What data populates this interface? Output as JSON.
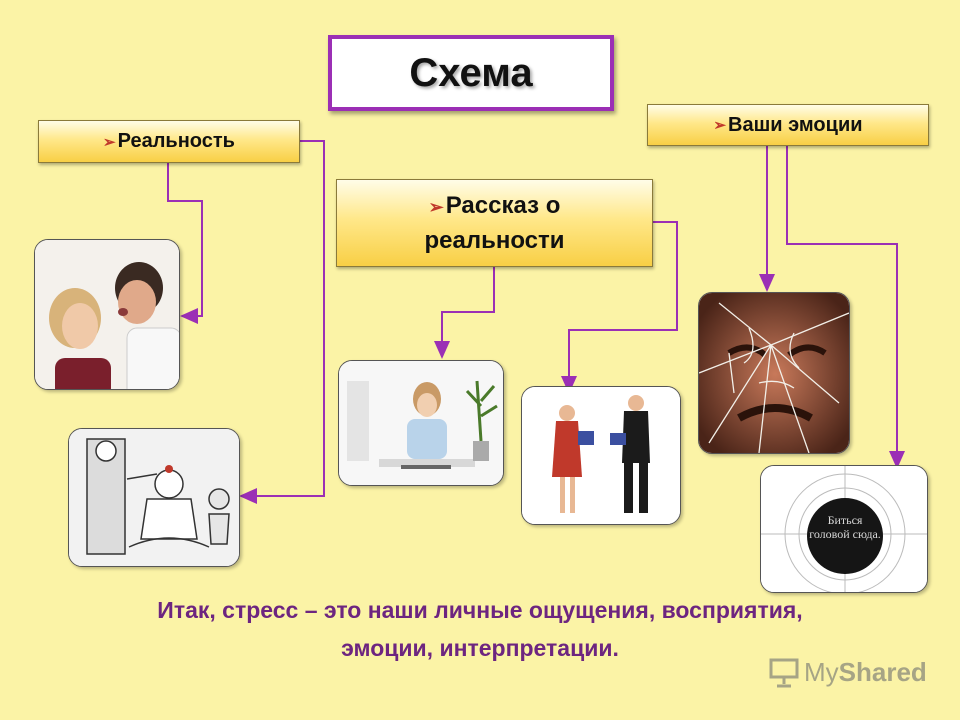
{
  "title": "Схема",
  "boxes": {
    "reality": "Реальность",
    "story_line1": "Рассказ о",
    "story_line2": "реальности",
    "emotions": "Ваши эмоции"
  },
  "bullet_glyph": "➢",
  "sign_text": "Биться головой сюда.",
  "conclusion_line1": "Итак, стресс – это наши личные ощущения, восприятия,",
  "conclusion_line2": "эмоции, интерпретации.",
  "watermark": {
    "part1": "My",
    "part2": "Shared"
  },
  "colors": {
    "background": "#fbf3a6",
    "accent_purple": "#9b2fb5",
    "connector": "#9b2fb5",
    "conclusion_text": "#6d2580",
    "box_fill": "#ffe88a"
  },
  "images": [
    {
      "name": "arguing-couple-photo"
    },
    {
      "name": "cartoon-person-sketch"
    },
    {
      "name": "tired-woman-at-desk-photo"
    },
    {
      "name": "business-conversation-photo"
    },
    {
      "name": "cracked-face-photo"
    },
    {
      "name": "head-bang-target-sign"
    }
  ]
}
